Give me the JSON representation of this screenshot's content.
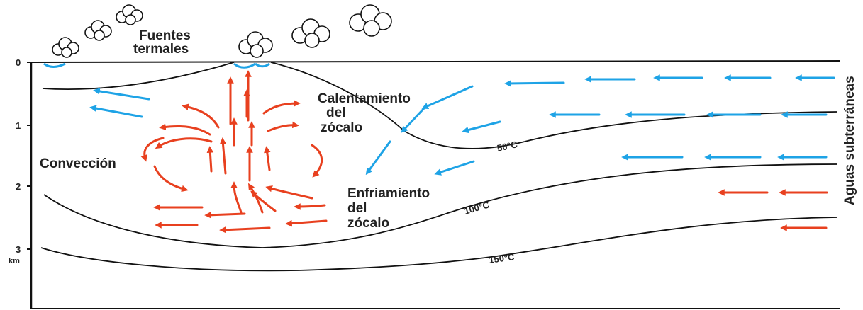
{
  "depth_axis": {
    "ticks": [
      "0",
      "1",
      "2",
      "3"
    ],
    "unit": "km"
  },
  "labels": {
    "hot_springs_line1": "Fuentes",
    "hot_springs_line2": "termales",
    "heating_line1": "Calentamiento",
    "heating_line2": "del",
    "heating_line3": "zócalo",
    "convection": "Convección",
    "cooling_line1": "Enfriamiento",
    "cooling_line2": "del",
    "cooling_line3": "zócalo",
    "groundwater": "Aguas subterráneas"
  },
  "isotherms": [
    "50°C",
    "100°C",
    "150°C"
  ],
  "colors": {
    "cold_flow": "#1ea3e6",
    "hot_flow": "#e8401f",
    "lines": "#111111"
  },
  "icons": [
    "steam-cloud-icon",
    "flow-arrow-icon"
  ]
}
